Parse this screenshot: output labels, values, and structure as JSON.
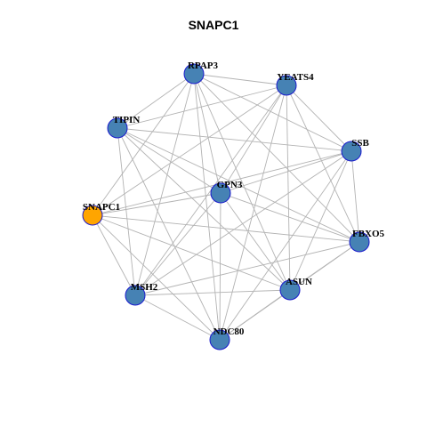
{
  "title": "SNAPC1",
  "colors": {
    "node": "#4682b4",
    "center": "#ffa500",
    "stroke": "#1a1acd",
    "edge": "#b3b3b3"
  },
  "nodes": [
    {
      "id": "RPAP3",
      "label": "RPAP3",
      "highlight": false
    },
    {
      "id": "YEATS4",
      "label": "YEATS4",
      "highlight": false
    },
    {
      "id": "TIPIN",
      "label": "TIPIN",
      "highlight": false
    },
    {
      "id": "SSB",
      "label": "SSB",
      "highlight": false
    },
    {
      "id": "GPN3",
      "label": "GPN3",
      "highlight": false
    },
    {
      "id": "SNAPC1",
      "label": "SNAPC1",
      "highlight": true
    },
    {
      "id": "FBXO5",
      "label": "FBXO5",
      "highlight": false
    },
    {
      "id": "MSH2",
      "label": "MSH2",
      "highlight": false
    },
    {
      "id": "ASUN",
      "label": "ASUN",
      "highlight": false
    },
    {
      "id": "NDC80",
      "label": "NDC80",
      "highlight": false
    }
  ],
  "edges": [
    [
      "RPAP3",
      "YEATS4"
    ],
    [
      "RPAP3",
      "TIPIN"
    ],
    [
      "RPAP3",
      "SSB"
    ],
    [
      "RPAP3",
      "GPN3"
    ],
    [
      "RPAP3",
      "SNAPC1"
    ],
    [
      "RPAP3",
      "MSH2"
    ],
    [
      "RPAP3",
      "ASUN"
    ],
    [
      "RPAP3",
      "NDC80"
    ],
    [
      "RPAP3",
      "FBXO5"
    ],
    [
      "YEATS4",
      "TIPIN"
    ],
    [
      "YEATS4",
      "SSB"
    ],
    [
      "YEATS4",
      "GPN3"
    ],
    [
      "YEATS4",
      "SNAPC1"
    ],
    [
      "YEATS4",
      "MSH2"
    ],
    [
      "YEATS4",
      "ASUN"
    ],
    [
      "YEATS4",
      "NDC80"
    ],
    [
      "YEATS4",
      "FBXO5"
    ],
    [
      "TIPIN",
      "SSB"
    ],
    [
      "TIPIN",
      "GPN3"
    ],
    [
      "TIPIN",
      "MSH2"
    ],
    [
      "TIPIN",
      "ASUN"
    ],
    [
      "TIPIN",
      "NDC80"
    ],
    [
      "TIPIN",
      "FBXO5"
    ],
    [
      "SSB",
      "GPN3"
    ],
    [
      "SSB",
      "SNAPC1"
    ],
    [
      "SSB",
      "MSH2"
    ],
    [
      "SSB",
      "ASUN"
    ],
    [
      "SSB",
      "NDC80"
    ],
    [
      "SSB",
      "FBXO5"
    ],
    [
      "GPN3",
      "SNAPC1"
    ],
    [
      "GPN3",
      "MSH2"
    ],
    [
      "GPN3",
      "ASUN"
    ],
    [
      "GPN3",
      "NDC80"
    ],
    [
      "GPN3",
      "FBXO5"
    ],
    [
      "SNAPC1",
      "MSH2"
    ],
    [
      "SNAPC1",
      "ASUN"
    ],
    [
      "SNAPC1",
      "NDC80"
    ],
    [
      "SNAPC1",
      "FBXO5"
    ],
    [
      "FBXO5",
      "MSH2"
    ],
    [
      "FBXO5",
      "ASUN"
    ],
    [
      "FBXO5",
      "NDC80"
    ],
    [
      "MSH2",
      "ASUN"
    ],
    [
      "MSH2",
      "NDC80"
    ],
    [
      "ASUN",
      "NDC80"
    ]
  ]
}
